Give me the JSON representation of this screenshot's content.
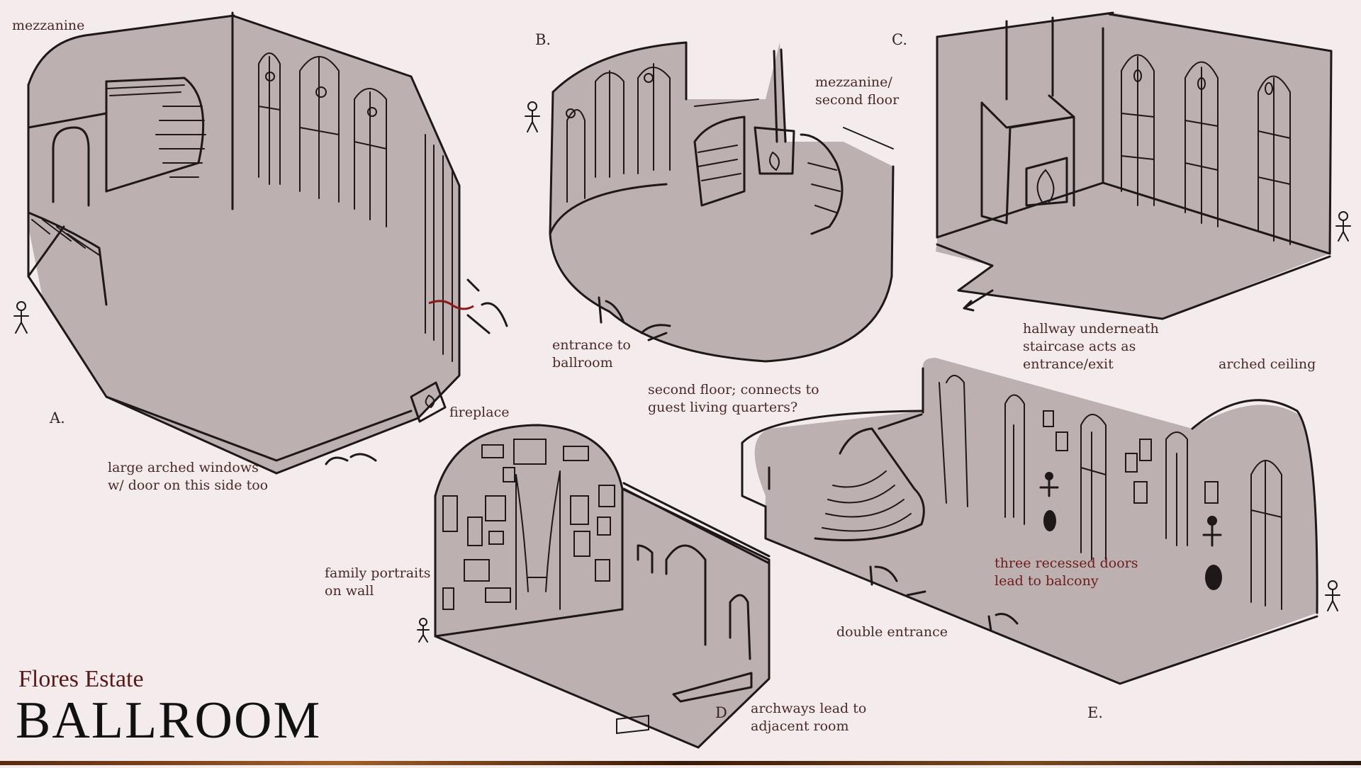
{
  "title": {
    "subtitle": "Flores Estate",
    "main": "BALLROOM"
  },
  "sketch_letters": {
    "a": "A.",
    "b": "B.",
    "c": "C.",
    "d": "D.",
    "e": "E."
  },
  "annotations": {
    "mezzanine": "mezzanine",
    "large_windows": "large arched windows\nw/ door on this side too",
    "fireplace": "fireplace",
    "mezzanine_second_floor": "mezzanine/\nsecond floor",
    "entrance_ballroom": "entrance to\nballroom",
    "second_floor_connects": "second floor; connects to\nguest living quarters?",
    "hallway_underneath": "hallway underneath\nstaircase acts as\nentrance/exit",
    "arched_ceiling": "arched ceiling",
    "family_portraits": "family portraits\non wall",
    "archways": "archways lead to\nadjacent room",
    "three_doors": "three recessed doors\nlead to balcony",
    "double_entrance": "double entrance"
  },
  "icons": [
    "stick-figure-icon",
    "fireplace-icon",
    "arrow-icon",
    "window-icon"
  ],
  "colors": {
    "background": "#f4ecec",
    "floor": "#bcb0b0",
    "ink": "#1e1818",
    "red_accent": "#8a1a1a",
    "label": "#4a2828"
  }
}
